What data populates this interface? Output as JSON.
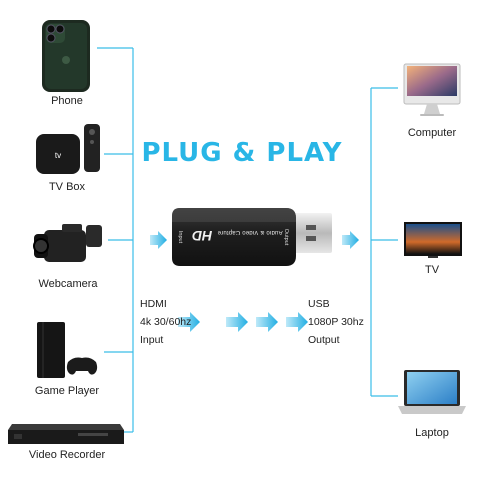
{
  "headline": "PLUG & PLAY",
  "colors": {
    "accent": "#29b6e6",
    "line": "#3bbde8",
    "device": "#1c1c1c"
  },
  "sources": [
    {
      "label": "Phone",
      "icon": "phone-icon"
    },
    {
      "label": "TV Box",
      "icon": "tv-box-icon"
    },
    {
      "label": "Webcamera",
      "icon": "camera-icon"
    },
    {
      "label": "Game Player",
      "icon": "game-console-icon"
    },
    {
      "label": "Video Recorder",
      "icon": "video-recorder-icon"
    }
  ],
  "targets": [
    {
      "label": "Computer",
      "icon": "computer-icon"
    },
    {
      "label": "TV",
      "icon": "tv-icon"
    },
    {
      "label": "Laptop",
      "icon": "laptop-icon"
    }
  ],
  "input_spec": [
    "HDMI",
    "4k 30/60hz",
    "Input"
  ],
  "output_spec": [
    "USB",
    "1080P 30hz",
    "Output"
  ],
  "device": {
    "logo": "HD",
    "title": "Audio & Video Capture",
    "port_in": "Input",
    "port_out": "Output"
  }
}
